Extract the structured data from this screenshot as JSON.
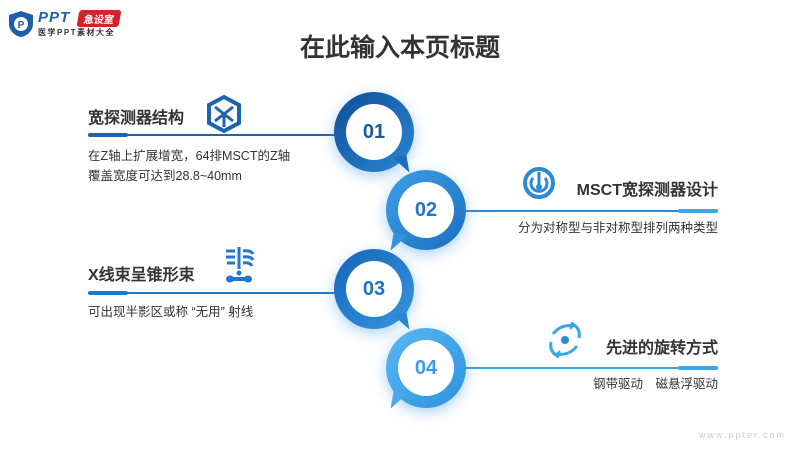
{
  "logo": {
    "brand": "PPT",
    "badge": "急设室",
    "subtitle": "医学PPT素材大全"
  },
  "title": "在此输入本页标题",
  "items": [
    {
      "number": "01",
      "title": "宽探测器结构",
      "icon": "cube-icon",
      "desc": [
        "在Z轴上扩展增宽，64排MSCT的Z轴",
        "覆盖宽度可达到28.8~40mm"
      ],
      "color": "#1b64b0"
    },
    {
      "number": "02",
      "title": "MSCT宽探测器设计",
      "icon": "detector-icon",
      "desc": [
        "分为对称型与非对称型排列两种类型"
      ],
      "color": "#2a8ad8"
    },
    {
      "number": "03",
      "title": "X线束呈锥形束",
      "icon": "xray-icon",
      "desc": [
        "可出现半影区或称 “无用” 射线"
      ],
      "color": "#1f78cf"
    },
    {
      "number": "04",
      "title": "先进的旋转方式",
      "icon": "rotation-icon",
      "desc": [
        "钢带驱动　磁悬浮驱动"
      ],
      "color": "#3aa4ec"
    }
  ],
  "watermark": "www.ppter.com"
}
